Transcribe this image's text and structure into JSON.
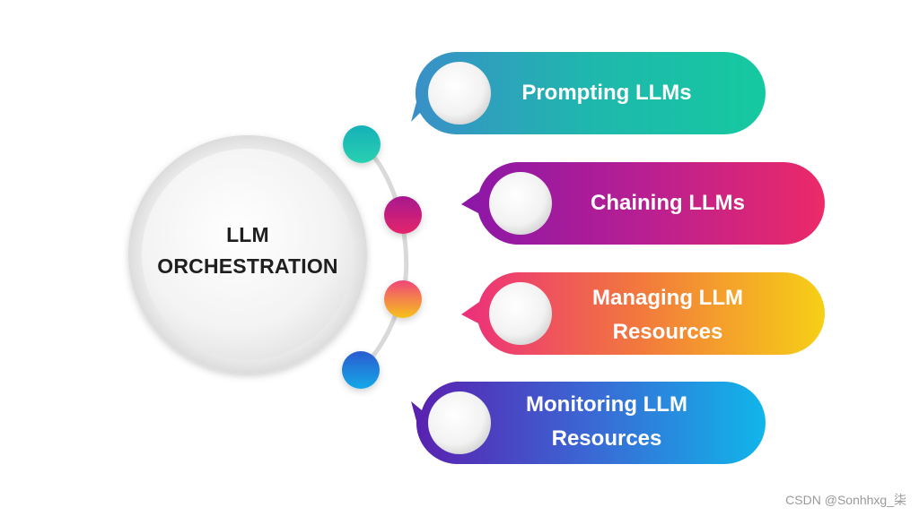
{
  "center": {
    "line1": "LLM",
    "line2": "ORCHESTRATION"
  },
  "items": [
    {
      "line1": "Prompting LLMs",
      "line2": "",
      "colors": [
        "#3a8fc8",
        "#1fb7ad",
        "#15c9a0"
      ]
    },
    {
      "line1": "Chaining LLMs",
      "line2": "",
      "colors": [
        "#8a17a8",
        "#b81f92",
        "#ec2a68"
      ]
    },
    {
      "line1": "Managing LLM",
      "line2": "Resources",
      "colors": [
        "#ec2e7c",
        "#f27a3c",
        "#f6d016"
      ]
    },
    {
      "line1": "Monitoring LLM",
      "line2": "Resources",
      "colors": [
        "#5a1fae",
        "#3b67d4",
        "#10b6ea"
      ]
    }
  ],
  "nodes": [
    {
      "colors": [
        "#16b1b8",
        "#2ad0b0"
      ]
    },
    {
      "colors": [
        "#a7188f",
        "#e5256b"
      ]
    },
    {
      "colors": [
        "#f0467a",
        "#f6c21a"
      ]
    },
    {
      "colors": [
        "#2b5bd0",
        "#16a9e8"
      ]
    }
  ],
  "watermark": "CSDN @Sonhhxg_柒"
}
